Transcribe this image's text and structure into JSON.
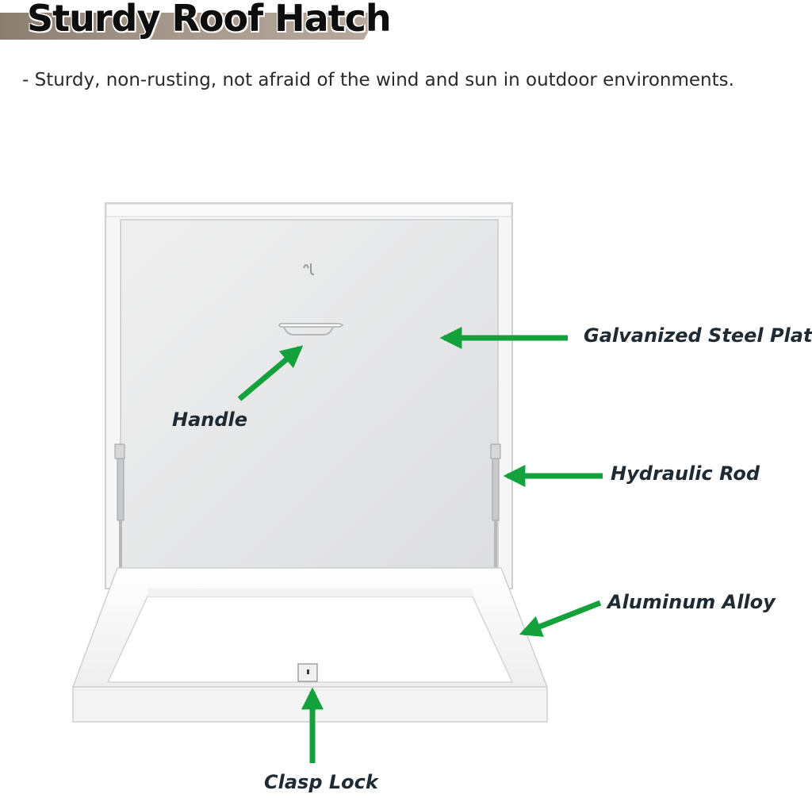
{
  "header": {
    "title": "Sturdy Roof Hatch",
    "subtitle": "- Sturdy, non-rusting, not afraid of the wind and sun in outdoor environments."
  },
  "callouts": {
    "galvanized_steel_plate": "Galvanized Steel Plate",
    "handle": "Handle",
    "hydraulic_rod": "Hydraulic Rod",
    "aluminum_alloy": "Aluminum Alloy",
    "clasp_lock": "Clasp Lock"
  },
  "colors": {
    "arrow": "#12a13a",
    "title_band": "#a39587",
    "panel": "#e9eaeb",
    "frame": "#f7f7f7"
  }
}
